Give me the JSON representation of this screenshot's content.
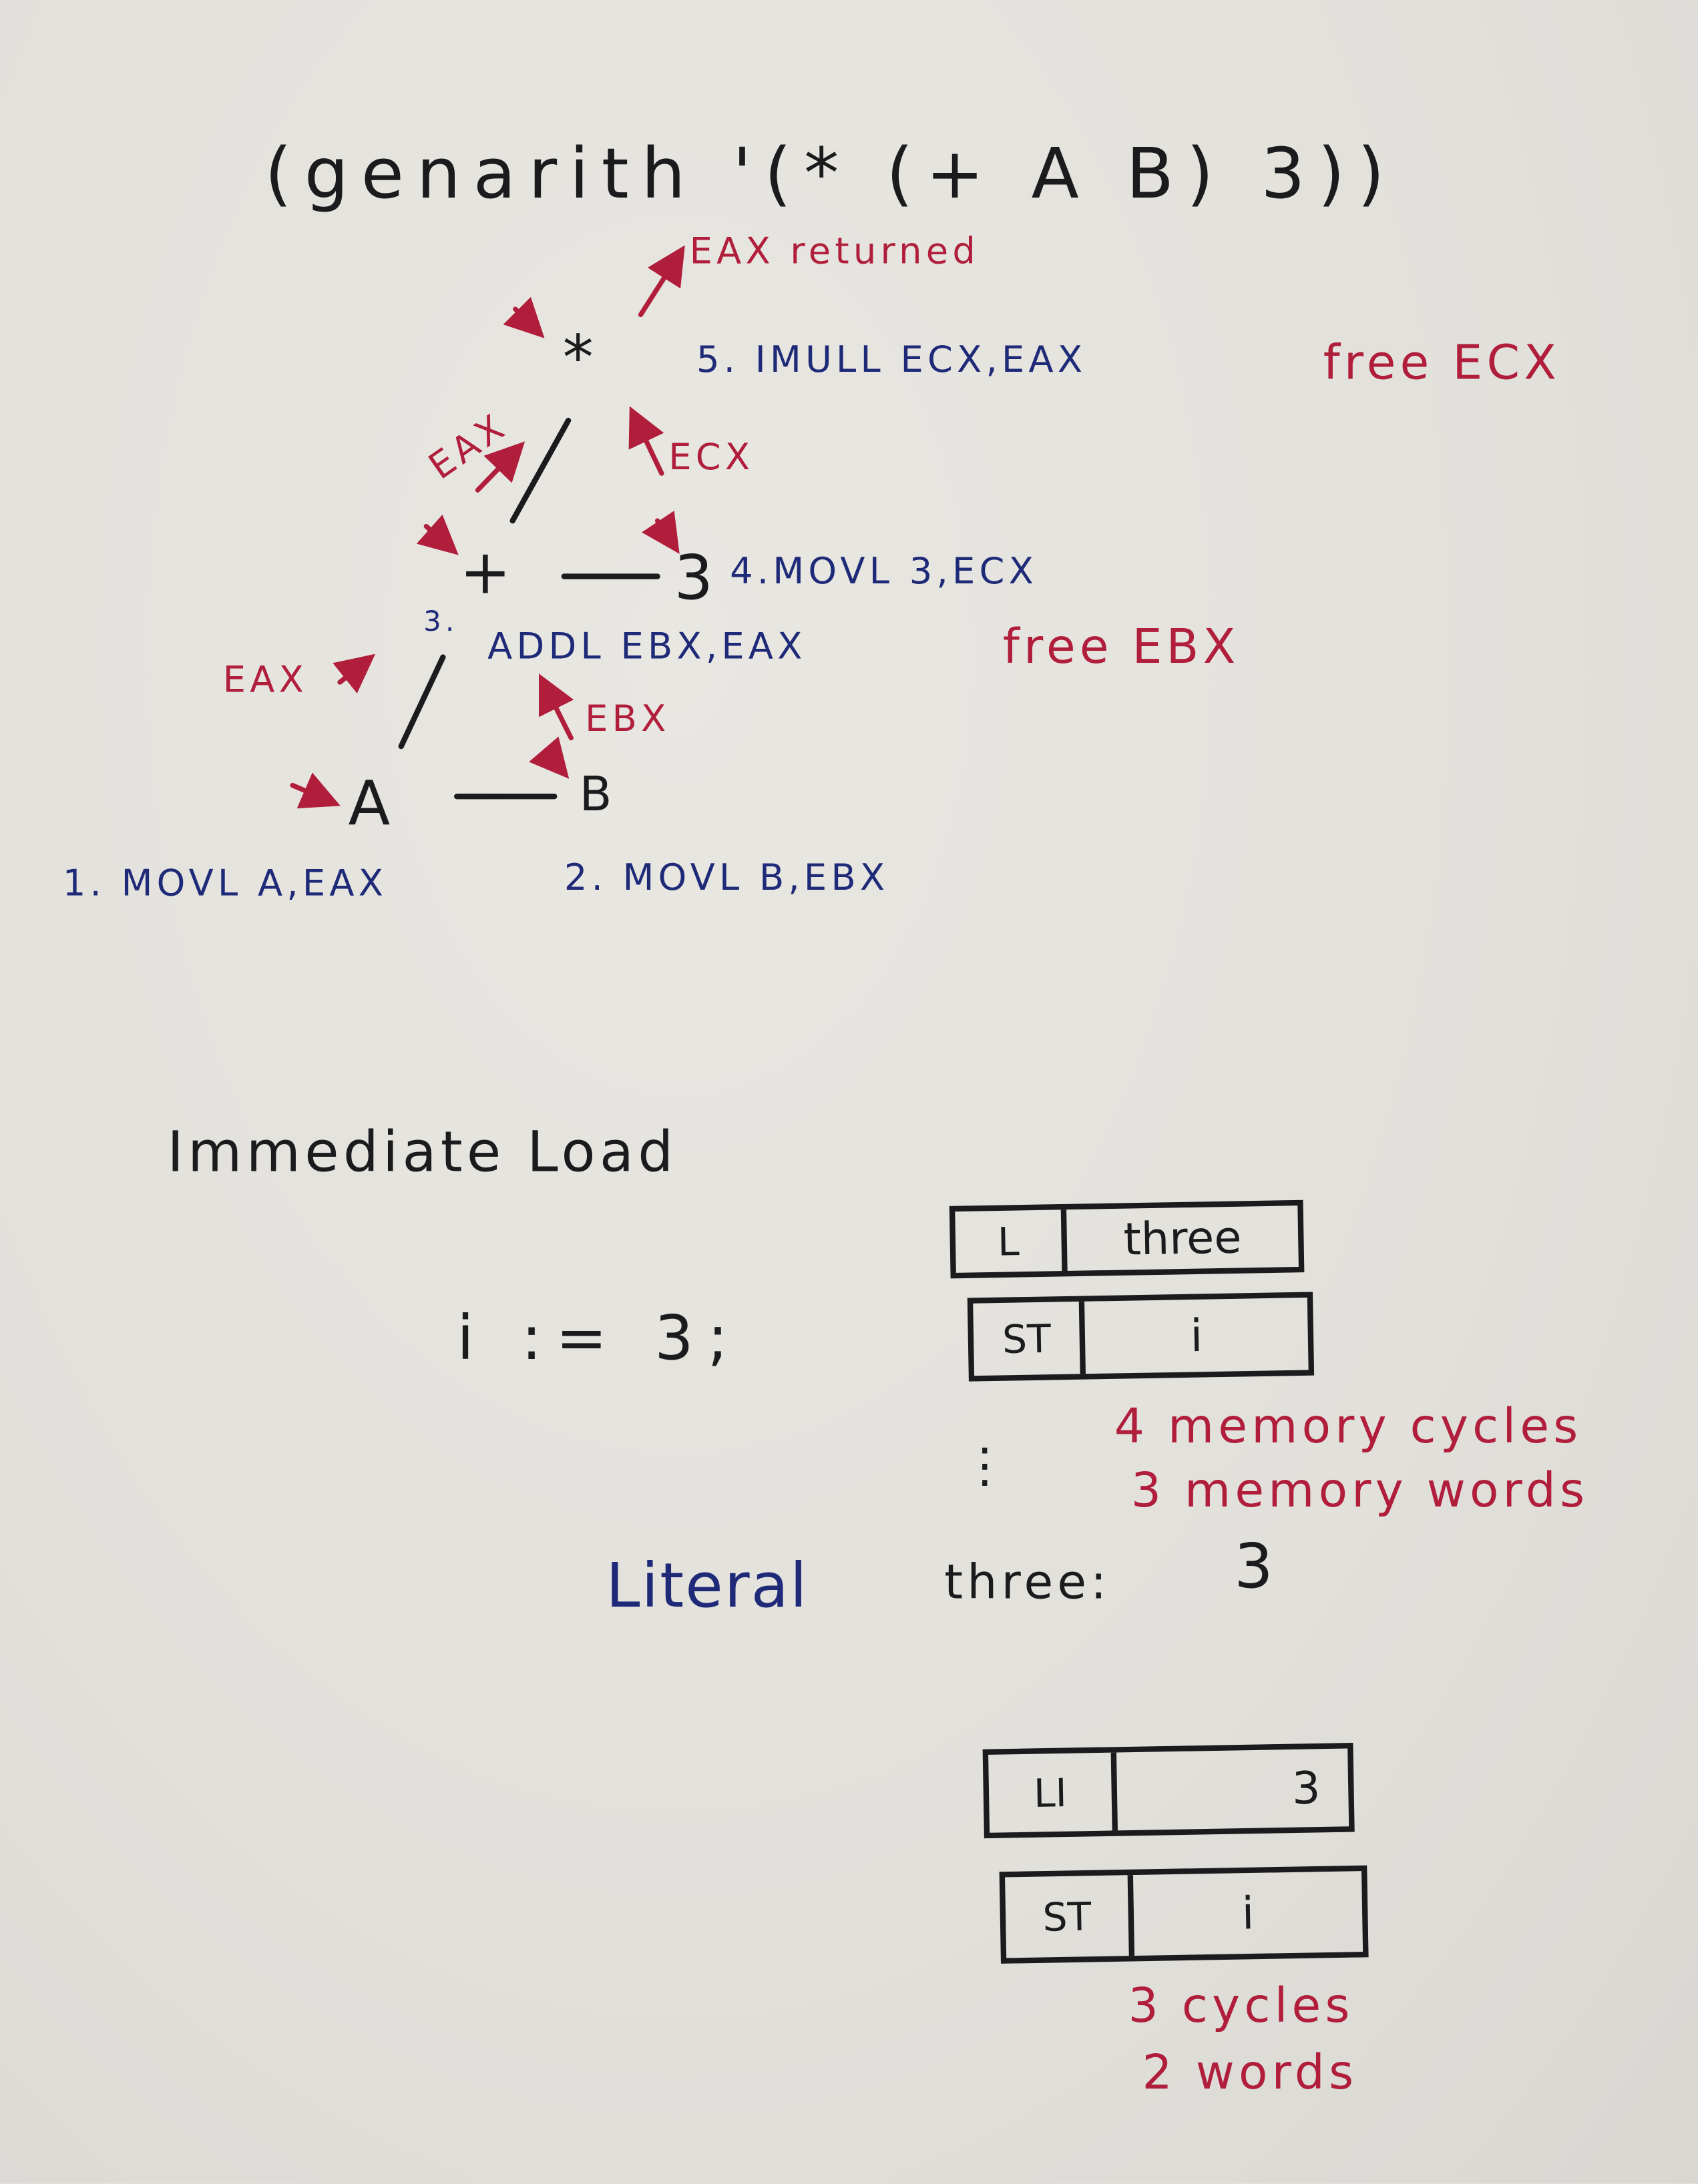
{
  "tree": {
    "expression": "(genarith '(* (+ A B) 3))",
    "eax_returned": "EAX returned",
    "star_node": "*",
    "step5": "5. IMULL ECX,EAX",
    "free_ecx": "free ECX",
    "eax_label_top": "EAX",
    "ecx_label": "ECX",
    "plus_node": "+",
    "three_node": "3",
    "step4": "4.MOVL 3,ECX",
    "step3_num": "3.",
    "step3": "ADDL EBX,EAX",
    "free_ebx": "free EBX",
    "eax_label_left": "EAX",
    "ebx_label": "EBX",
    "a_node": "A",
    "b_node": "B",
    "step1": "1. MOVL A,EAX",
    "step2": "2. MOVL B,EBX"
  },
  "immediate": {
    "heading": "Immediate Load",
    "statement": "i := 3;",
    "box1": {
      "op": "L",
      "arg": "three"
    },
    "box2": {
      "op": "ST",
      "arg": "i"
    },
    "ellipsis": "⋮",
    "cost1": "4 memory cycles",
    "cost2": "3 memory words",
    "literal_label": "Literal",
    "literal_name": "three:",
    "literal_value": "3",
    "box3": {
      "op": "LI",
      "arg": "3"
    },
    "box4": {
      "op": "ST",
      "arg": "i"
    },
    "cost3": "3 cycles",
    "cost4": "2 words"
  },
  "colors": {
    "ink_black": "#1b1b1d",
    "ink_blue": "#1e2a78",
    "ink_red": "#b01e3c",
    "paper": "#e3e1dc"
  }
}
